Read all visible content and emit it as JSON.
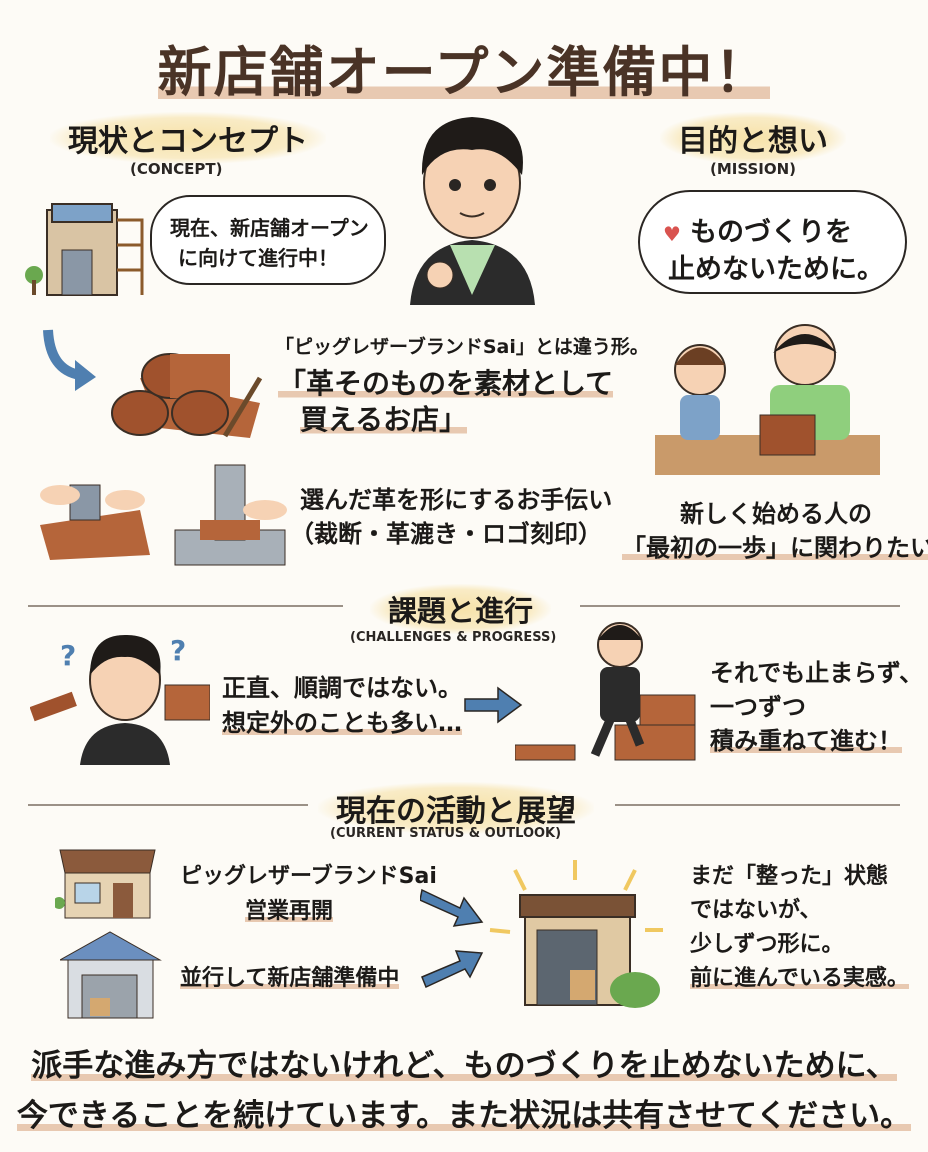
{
  "title": "新店舗オープン準備中！",
  "concept": {
    "heading": "現状とコンセプト",
    "subheading": "(CONCEPT)",
    "speech": [
      "現在、新店舗オープン",
      "に向けて進行中！"
    ],
    "difference": "「ピッグレザーブランドSai」とは違う形。",
    "shop_idea": [
      "「革そのものを素材として",
      "買えるお店」"
    ],
    "support": [
      "選んだ革を形にするお手伝い",
      "（裁断・革漉き・ロゴ刻印）"
    ]
  },
  "mission": {
    "heading": "目的と想い",
    "subheading": "(MISSION)",
    "thought": [
      "ものづくりを",
      "止めないために。"
    ],
    "wish": [
      "新しく始める人の",
      "「最初の一歩」に関わりたい"
    ]
  },
  "challenges": {
    "heading": "課題と進行",
    "subheading": "(CHALLENGES & PROGRESS)",
    "problem": [
      "正直、順調ではない。",
      "想定外のことも多い…"
    ],
    "progress": [
      "それでも止まらず、",
      "一つずつ",
      "積み重ねて進む！"
    ]
  },
  "status": {
    "heading": "現在の活動と展望",
    "subheading": "(CURRENT STATUS & OUTLOOK)",
    "brand": [
      "ピッグレザーブランドSai",
      "営業再開"
    ],
    "parallel": "並行して新店舗準備中",
    "outlook": [
      "まだ「整った」状態",
      "ではないが、",
      "少しずつ形に。",
      "前に進んでいる実感。"
    ]
  },
  "closing": [
    "派手な進み方ではないけれど、ものづくりを止めないために、",
    "今できることを続けています。また状況は共有させてください。"
  ],
  "colors": {
    "title": "#4a3326",
    "highlight": "#d6a078",
    "arrow": "#4f7fb0",
    "leather": "#a0522d"
  }
}
